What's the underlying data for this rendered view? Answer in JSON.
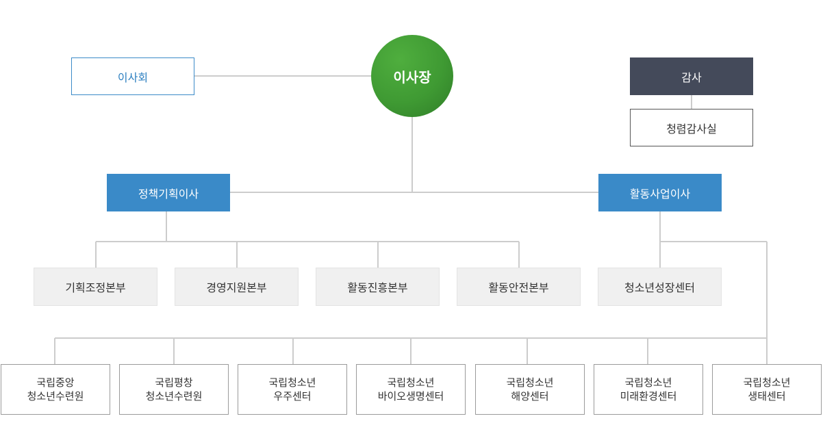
{
  "chart": {
    "board": "이사회",
    "chairman": "이사장",
    "audit": "감사",
    "integrity_office": "청렴감사실",
    "directors": [
      {
        "label": "정책기획이사"
      },
      {
        "label": "활동사업이사"
      }
    ],
    "departments": [
      {
        "label": "기획조정본부"
      },
      {
        "label": "경영지원본부"
      },
      {
        "label": "활동진흥본부"
      },
      {
        "label": "활동안전본부"
      },
      {
        "label": "청소년성장센터"
      }
    ],
    "centers": [
      {
        "line1": "국립중앙",
        "line2": "청소년수련원"
      },
      {
        "line1": "국립평창",
        "line2": "청소년수련원"
      },
      {
        "line1": "국립청소년",
        "line2": "우주센터"
      },
      {
        "line1": "국립청소년",
        "line2": "바이오생명센터"
      },
      {
        "line1": "국립청소년",
        "line2": "해양센터"
      },
      {
        "line1": "국립청소년",
        "line2": "미래환경센터"
      },
      {
        "line1": "국립청소년",
        "line2": "생태센터"
      }
    ]
  },
  "colors": {
    "chairman": "#3f9a33",
    "director": "#3a8ac8",
    "audit": "#444a5a",
    "connector": "#cccccc"
  }
}
